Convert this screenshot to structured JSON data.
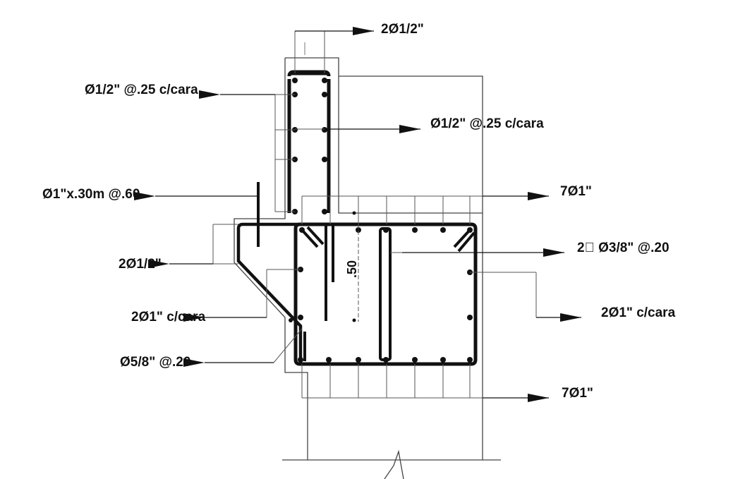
{
  "callouts": {
    "top_2_half": "2Ø1/2\"",
    "stem_left_half_25": "Ø1/2\" @.25 c/cara",
    "stem_right_half_25": "Ø1/2\" @.25 c/cara",
    "dowel_1_30_60": "Ø1\"x.30m @.60",
    "top_7_1": "7Ø1\"",
    "stirrup_3_8_20": "2⃞ Ø3/8\" @.20",
    "left_2_half": "2Ø1/2\"",
    "left_2_1_cara": "2Ø1\" c/cara",
    "right_2_1_cara": "2Ø1\" c/cara",
    "diag_5_8_20": "Ø5/8\" @.20",
    "bottom_7_1": "7Ø1\""
  },
  "dimensions": {
    "beam_height": ".50"
  },
  "colors": {
    "ink": "#111111",
    "thin_line": "#444444"
  }
}
